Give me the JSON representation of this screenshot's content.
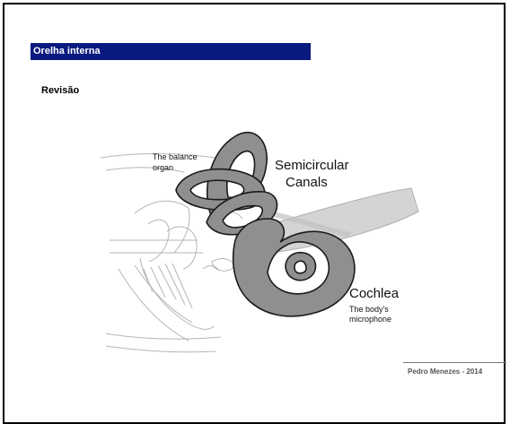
{
  "slide": {
    "title": "Orelha interna",
    "subtitle": "Revisão",
    "footer": "Pedro Menezes - 2014",
    "title_bar_color": "#0b1a80"
  },
  "diagram": {
    "labels": {
      "balance_line1": "The balance",
      "balance_line2": "organ",
      "semicircular_line1": "Semicircular",
      "semicircular_line2": "Canals",
      "cochlea": "Cochlea",
      "cochlea_desc_line1": "The body's",
      "cochlea_desc_line2": "microphone"
    },
    "colors": {
      "organ_fill": "#8f8f8f",
      "organ_stroke": "#1a1a1a",
      "nerve_fill": "#d4d4d4",
      "sketch_stroke": "#b5b5b5"
    }
  }
}
